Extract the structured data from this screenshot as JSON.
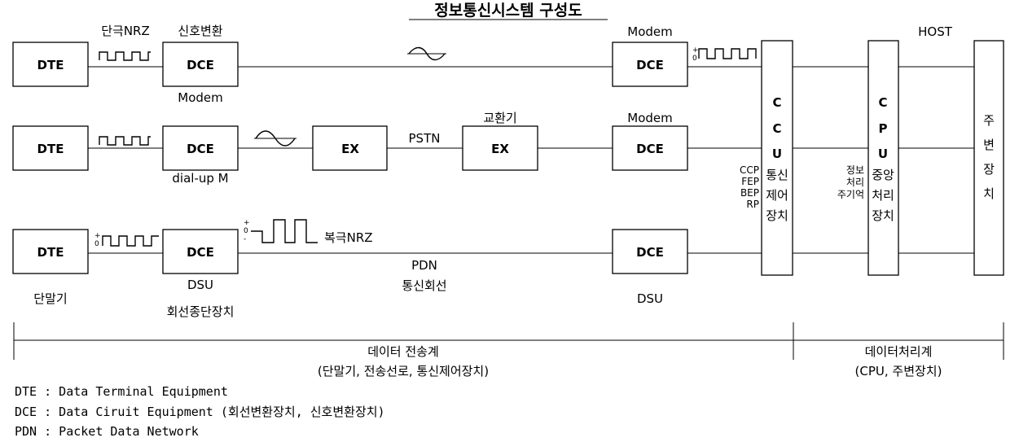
{
  "title": "정보통신시스템 구성도",
  "row1": {
    "dte": "DTE",
    "signal_label": "단극NRZ",
    "dce_top_label": "신호변환",
    "dce": "DCE",
    "dce_bottom_label": "Modem",
    "right_dce_label": "Modem",
    "right_dce": "DCE"
  },
  "row2": {
    "dte": "DTE",
    "dce": "DCE",
    "dce_bottom_label": "dial-up M",
    "ex1": "EX",
    "network_label": "PSTN",
    "ex2_label": "교환기",
    "ex2": "EX",
    "right_dce_label": "Modem",
    "right_dce": "DCE"
  },
  "row3": {
    "dte": "DTE",
    "dce": "DCE",
    "signal_label": "복극NRZ",
    "network_label_1": "PDN",
    "network_label_2": "통신회선",
    "right_dce": "DCE",
    "dte_caption": "단말기",
    "dce_caption_1": "DSU",
    "dce_caption_2": "회선종단장치",
    "right_caption": "DSU"
  },
  "signal_marks": {
    "plus": "+",
    "zero": "0",
    "minus": "-"
  },
  "ccu": {
    "letters": [
      "C",
      "C",
      "U"
    ],
    "text": [
      "통신",
      "제어",
      "장치"
    ],
    "side_labels": [
      "CCP",
      "FEP",
      "BEP",
      "RP"
    ]
  },
  "cpu": {
    "letters": [
      "C",
      "P",
      "U"
    ],
    "text": [
      "중앙",
      "처리",
      "장치"
    ],
    "side_labels": [
      "정보",
      "처리",
      "주기억"
    ]
  },
  "host": {
    "label": "HOST",
    "text": [
      "주",
      "변",
      "장",
      "치"
    ]
  },
  "sections": {
    "transmission": "데이터 전송계",
    "transmission_sub": "(단말기, 전송선로, 통신제어장치)",
    "processing": "데이터처리계",
    "processing_sub": "(CPU, 주변장치)"
  },
  "legend": [
    {
      "term": "DTE",
      "desc": " : Data Terminal Equipment"
    },
    {
      "term": "DCE",
      "desc": " : Data Ciruit Equipment (회선변환장치, 신호변환장치)"
    },
    {
      "term": "PDN",
      "desc": " : Packet Data Network"
    }
  ]
}
